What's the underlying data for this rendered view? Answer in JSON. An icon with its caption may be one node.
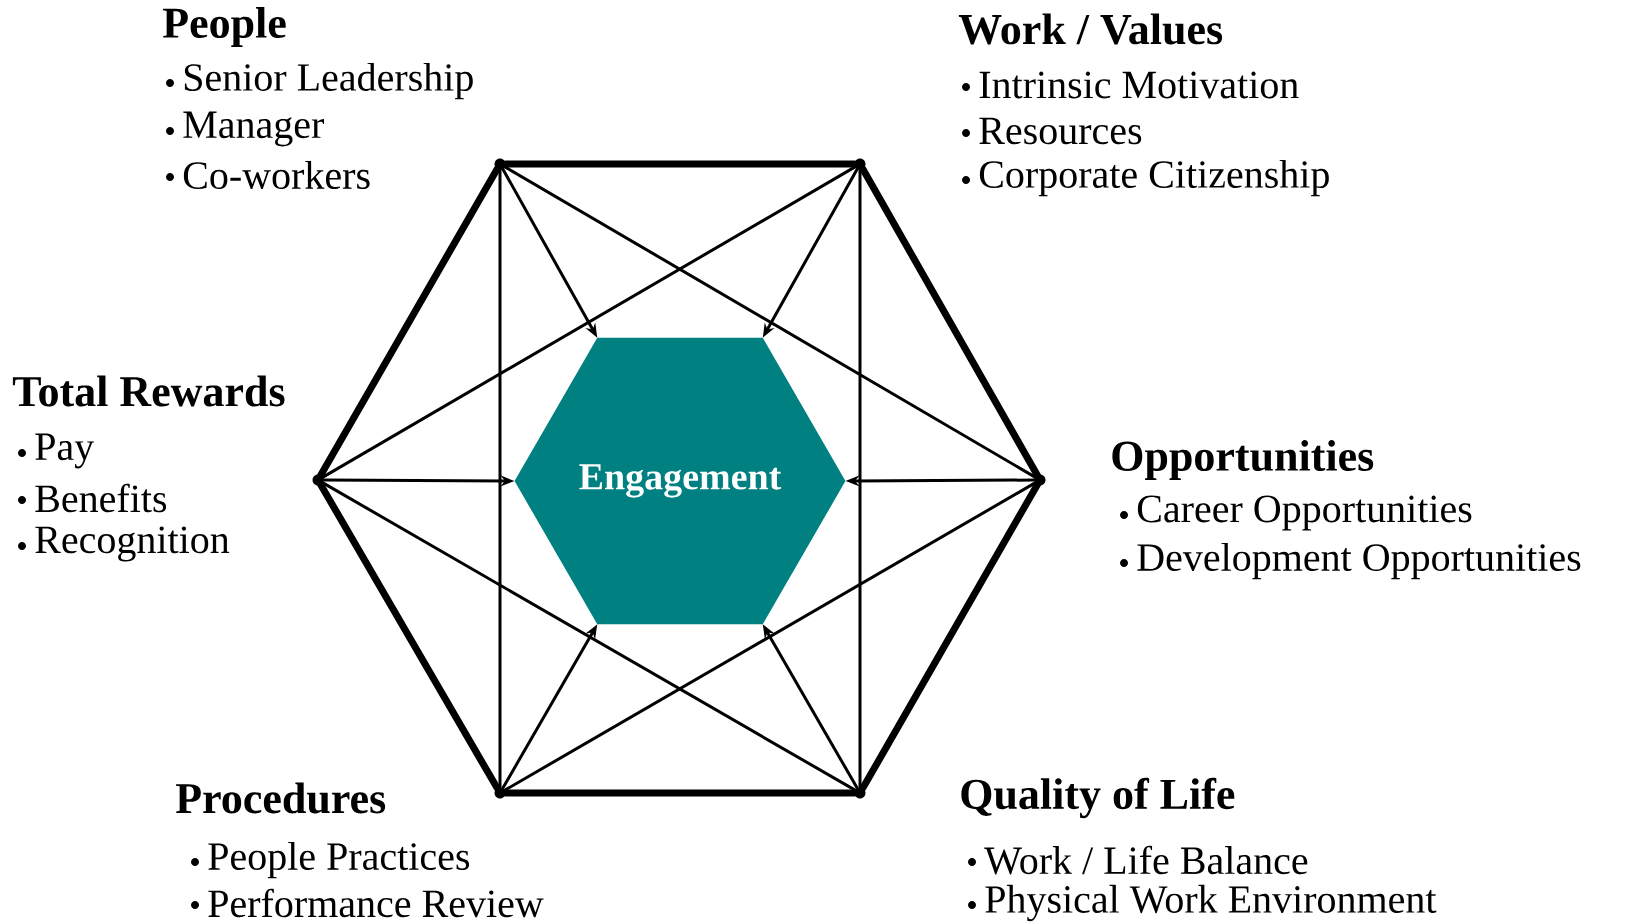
{
  "diagram": {
    "nodes": [
      {
        "text": [],
        "shape": "circle",
        "beside": [
          "People",
          "Senior Leadership",
          "Manager",
          "Co-workers"
        ]
      },
      {
        "text": [],
        "shape": "circle",
        "beside": [
          "Work / Values",
          "Intrinsic Motivation",
          "Resources",
          "Corporate Citizenship"
        ]
      },
      {
        "text": [],
        "shape": "circle",
        "beside": [
          "Total Rewards",
          "Pay",
          "Benefits",
          "Recognition"
        ]
      },
      {
        "text": [],
        "shape": "circle",
        "beside": [
          "Opportunities",
          "Career Opportunities",
          "Development Opportunities"
        ]
      },
      {
        "text": [],
        "shape": "circle",
        "beside": [
          "Procedures",
          "People Practices",
          "Performance Review"
        ]
      },
      {
        "text": [],
        "shape": "circle",
        "beside": [
          "Quality of Life",
          "Work / Life Balance",
          "Physical Work Environment"
        ]
      },
      {
        "text": [
          "Engagement"
        ]
      }
    ],
    "edges": [
      {
        "from": 0,
        "to": 1,
        "arrow": "none",
        "style": "thick"
      },
      {
        "from": 1,
        "to": 3,
        "arrow": "none",
        "style": "thick"
      },
      {
        "from": 3,
        "to": 5,
        "arrow": "none",
        "style": "thick"
      },
      {
        "from": 5,
        "to": 4,
        "arrow": "none",
        "style": "thick"
      },
      {
        "from": 4,
        "to": 2,
        "arrow": "none",
        "style": "thick"
      },
      {
        "from": 2,
        "to": 0,
        "arrow": "none",
        "style": "thick"
      },
      {
        "from": 0,
        "to": 3,
        "arrow": "none"
      },
      {
        "from": 0,
        "to": 4,
        "arrow": "none"
      },
      {
        "from": 1,
        "to": 2,
        "arrow": "none"
      },
      {
        "from": 1,
        "to": 5,
        "arrow": "none"
      },
      {
        "from": 2,
        "to": 5,
        "arrow": "none"
      },
      {
        "from": 3,
        "to": 4,
        "arrow": "none"
      },
      {
        "from": 0,
        "to": 6,
        "arrow": "to"
      },
      {
        "from": 1,
        "to": 6,
        "arrow": "to"
      },
      {
        "from": 2,
        "to": 6,
        "arrow": "to"
      },
      {
        "from": 3,
        "to": 6,
        "arrow": "to"
      },
      {
        "from": 4,
        "to": 6,
        "arrow": "to"
      },
      {
        "from": 5,
        "to": 6,
        "arrow": "to"
      }
    ]
  }
}
